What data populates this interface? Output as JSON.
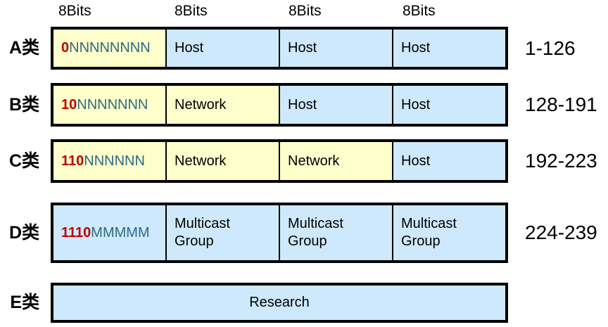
{
  "colors": {
    "yellow": "#ffffcc",
    "blue": "#cee9fb",
    "red": "#c00000",
    "teal": "#2f6a80",
    "border": "#000000"
  },
  "header": {
    "bits_labels": [
      "8Bits",
      "8Bits",
      "8Bits",
      "8Bits"
    ]
  },
  "rows": [
    {
      "label": "A类",
      "range": "1-126",
      "cells": [
        {
          "type": "bits",
          "prefix": "0",
          "suffix": "NNNNNNNN",
          "bg": "yellow"
        },
        {
          "type": "field",
          "text": "Host",
          "bg": "blue"
        },
        {
          "type": "field",
          "text": "Host",
          "bg": "blue"
        },
        {
          "type": "field",
          "text": "Host",
          "bg": "blue"
        }
      ]
    },
    {
      "label": "B类",
      "range": "128-191",
      "cells": [
        {
          "type": "bits",
          "prefix": "10",
          "suffix": "NNNNNNN",
          "bg": "yellow"
        },
        {
          "type": "field",
          "text": "Network",
          "bg": "yellow"
        },
        {
          "type": "field",
          "text": "Host",
          "bg": "blue"
        },
        {
          "type": "field",
          "text": "Host",
          "bg": "blue"
        }
      ]
    },
    {
      "label": "C类",
      "range": "192-223",
      "cells": [
        {
          "type": "bits",
          "prefix": "110",
          "suffix": "NNNNNN",
          "bg": "yellow"
        },
        {
          "type": "field",
          "text": "Network",
          "bg": "yellow"
        },
        {
          "type": "field",
          "text": "Network",
          "bg": "yellow"
        },
        {
          "type": "field",
          "text": "Host",
          "bg": "blue"
        }
      ]
    },
    {
      "label": "D类",
      "range": "224-239",
      "cells": [
        {
          "type": "bits",
          "prefix": "1110",
          "suffix": "MMMMM",
          "bg": "blue"
        },
        {
          "type": "field2",
          "lines": [
            "Multicast",
            "Group"
          ],
          "bg": "blue"
        },
        {
          "type": "field2",
          "lines": [
            "Multicast",
            "Group"
          ],
          "bg": "blue"
        },
        {
          "type": "field2",
          "lines": [
            "Multicast",
            "Group"
          ],
          "bg": "blue"
        }
      ]
    },
    {
      "label": "E类",
      "range": "",
      "cells": [
        {
          "type": "field",
          "text": "Research",
          "bg": "blue",
          "align": "center"
        }
      ]
    }
  ]
}
